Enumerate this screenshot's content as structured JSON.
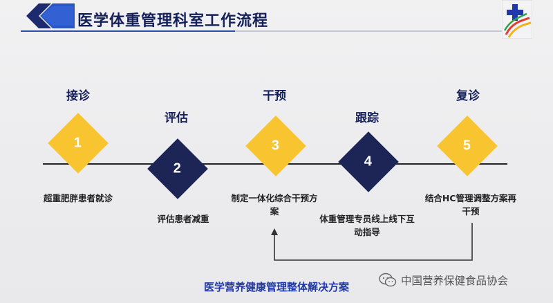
{
  "header": {
    "title": "医学体重管理科室工作流程"
  },
  "steps": [
    {
      "number": "1",
      "title": "接诊",
      "description": "超重肥胖患者就诊",
      "color": "#f8c530"
    },
    {
      "number": "2",
      "title": "评估",
      "description": "评估患者减重",
      "color": "#1c2556"
    },
    {
      "number": "3",
      "title": "干预",
      "description": "制定一体化综合干预方案",
      "color": "#f8c530"
    },
    {
      "number": "4",
      "title": "跟踪",
      "description": "体重管理专员线上线下互动指导",
      "color": "#1c2556"
    },
    {
      "number": "5",
      "title": "复诊",
      "description": "结合HC管理调整方案再干预",
      "color": "#f8c530"
    }
  ],
  "footer": {
    "subtitle": "医学营养健康管理整体解决方案"
  },
  "watermark": {
    "text": "中国营养保健食品协会",
    "icon": "wechat-icon"
  }
}
